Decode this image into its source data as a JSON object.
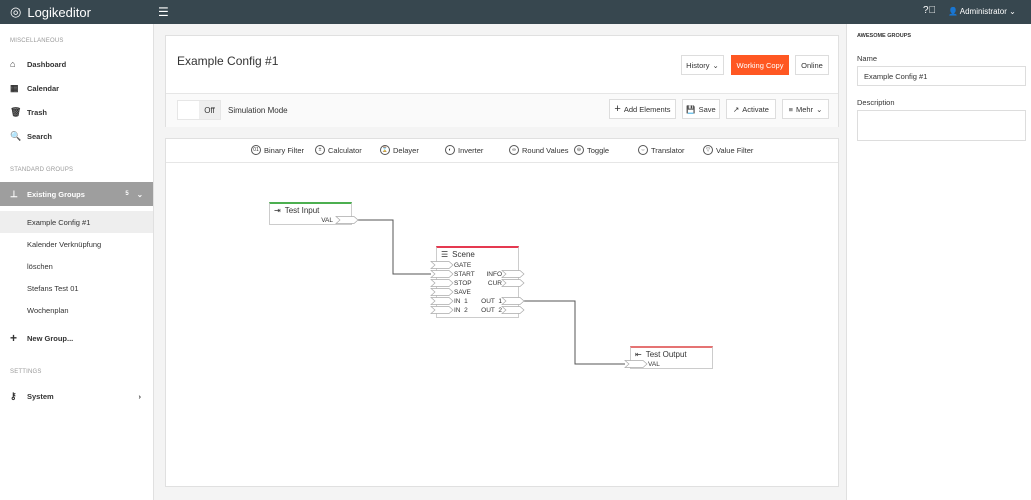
{
  "app": {
    "title": "Logikeditor",
    "user": "Administrator"
  },
  "sidebar": {
    "misc_label": "MISCELLANEOUS",
    "misc": [
      {
        "label": "Dashboard",
        "icon": "home-icon"
      },
      {
        "label": "Calendar",
        "icon": "calendar-icon"
      },
      {
        "label": "Trash",
        "icon": "trash-icon"
      },
      {
        "label": "Search",
        "icon": "search-icon"
      }
    ],
    "standard_label": "STANDARD GROUPS",
    "existing": {
      "label": "Existing Groups",
      "count": "5"
    },
    "groups": [
      "Example Config #1",
      "Kalender Verknüpfung",
      "löschen",
      "Stefans Test 01",
      "Wochenplan"
    ],
    "new_group": "New Group...",
    "settings_label": "SETTINGS",
    "system": "System"
  },
  "header": {
    "title": "Example Config #1",
    "history": "History",
    "working_copy": "Working Copy",
    "online": "Online",
    "accent": "#ff5722"
  },
  "toolbar": {
    "toggle": "Off",
    "sim_mode": "Simulation Mode",
    "add": "Add Elements",
    "save": "Save",
    "activate": "Activate",
    "more": "Mehr"
  },
  "palette": [
    "Binary Filter",
    "Calculator",
    "Delayer",
    "Inverter",
    "Round Values",
    "Toggle",
    "Translator",
    "Value Filter"
  ],
  "nodes": {
    "input": {
      "title": "Test Input",
      "port": "VAL",
      "color": "#4caf50"
    },
    "scene": {
      "title": "Scene",
      "inputs": [
        "GATE",
        "START",
        "STOP",
        "SAVE",
        "IN  1",
        "IN  2"
      ],
      "outputs": [
        "INFO",
        "CUR",
        "OUT  1",
        "OUT  2"
      ],
      "color": "#e53950"
    },
    "output": {
      "title": "Test Output",
      "port": "VAL",
      "color": "#e57373"
    }
  },
  "panel": {
    "heading": "AWESOME GROUPS",
    "name_label": "Name",
    "name_value": "Example Config #1",
    "desc_label": "Description",
    "desc_value": ""
  }
}
